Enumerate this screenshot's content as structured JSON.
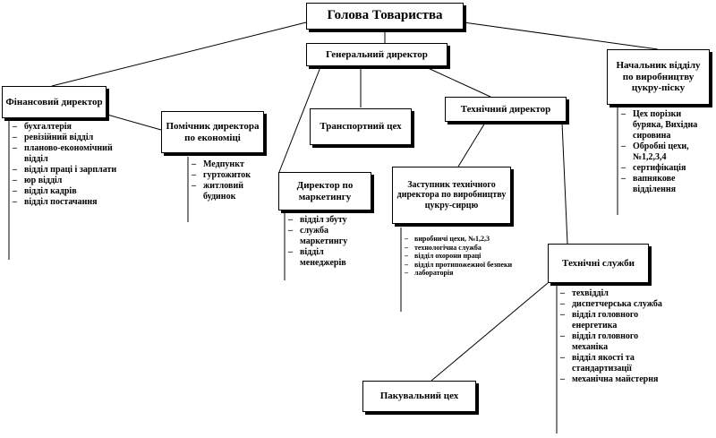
{
  "boxes": {
    "head": "Голова Товариства",
    "gen_director": "Генеральний директор",
    "fin_director": "Фінансовий директор",
    "econ_assistant": "Помічник директора по економіці",
    "transport": "Транспортний цех",
    "tech_director": "Технічний директор",
    "sand_head": "Начальник відділу по виробництву цукру-піску",
    "marketing_director": "Директор по маркетингу",
    "deputy_tech": "Заступник технічного директора по виробництву цукру-сирцю",
    "tech_services": "Технічні служби",
    "packaging": "Пакувальний цех"
  },
  "lists": {
    "finance": [
      "бухгалтерія",
      "ревізійний відділ",
      "планово-економічний відділ",
      "відділ праці і зарплати",
      "юр відділ",
      "відділ кадрів",
      "відділ постачання"
    ],
    "econ": [
      "Медпункт",
      "гуртожиток",
      "житловий будинок"
    ],
    "marketing": [
      "відділ збуту",
      "служба маркетингу",
      "відділ менеджерів"
    ],
    "deputy": [
      "виробничі цехи, №1,2,3",
      "технологічна служба",
      "відділ охорони праці",
      "відділ протипожежної безпеки",
      "лабораторія"
    ],
    "tech_services": [
      "техвідділ",
      "диспетчерська служба",
      "відділ головного енергетика",
      "відділ головного механіка",
      "відділ якості та стандартизації",
      "механічна майстерня"
    ],
    "sand": [
      "Цех порізки буряка, Вихідна сировина",
      "Обробні цехи, №1,2,3,4",
      "сертифікація",
      "вапнякове відділення"
    ]
  }
}
